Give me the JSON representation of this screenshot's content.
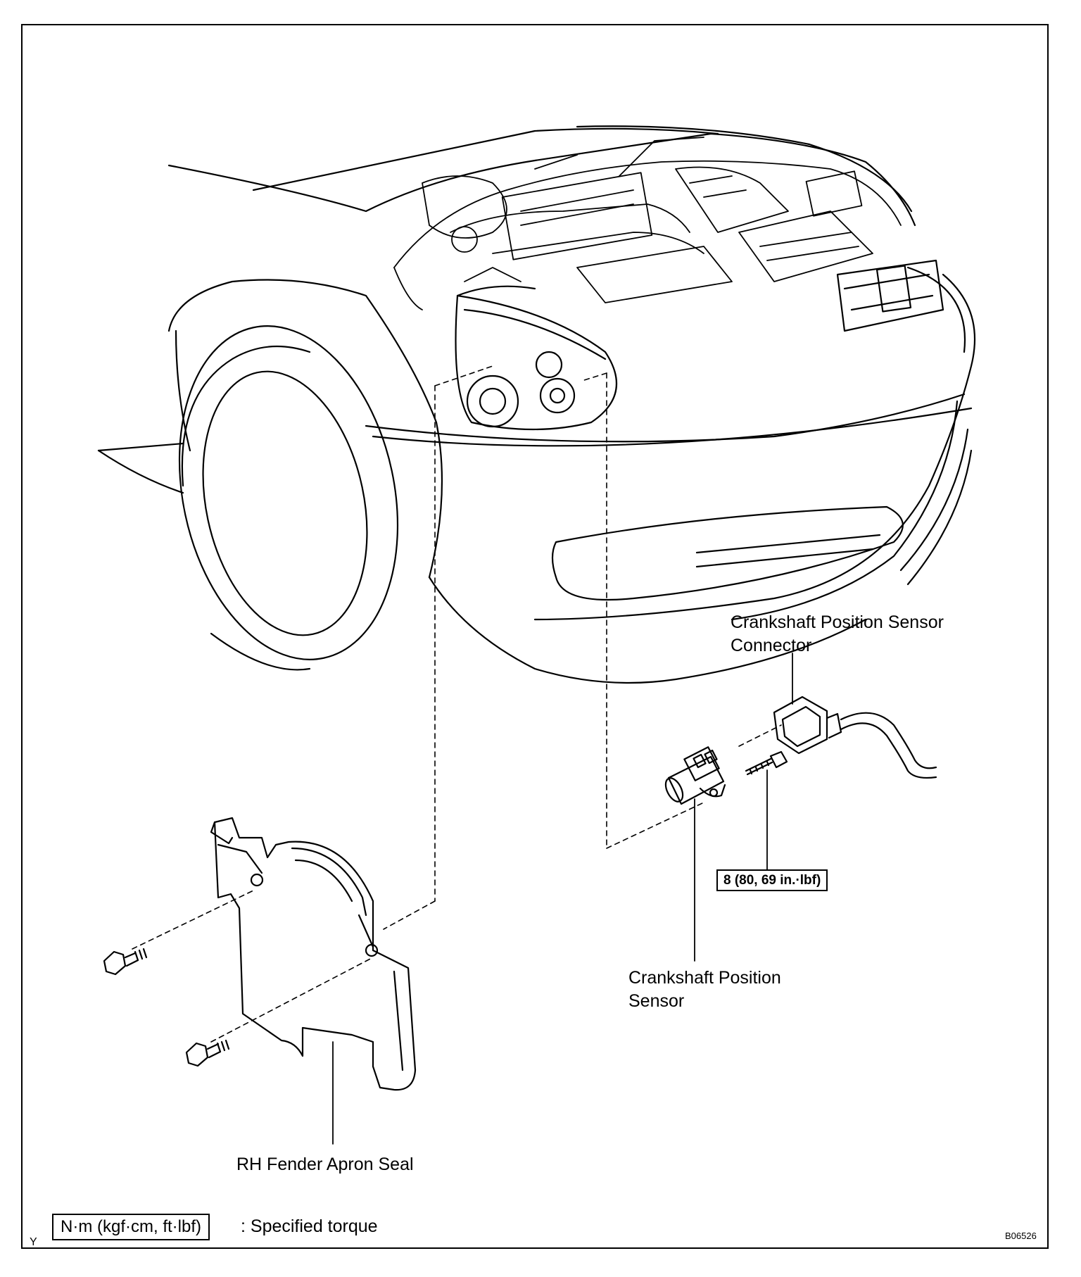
{
  "labels": {
    "cps_connector_line1": "Crankshaft Position Sensor",
    "cps_connector_line2": "Connector",
    "cps_line1": "Crankshaft Position",
    "cps_line2": "Sensor",
    "apron_seal": "RH Fender Apron Seal"
  },
  "torque_spec": "8 (80, 69 in.·lbf)",
  "legend": {
    "unit_box": "N·m (kgf·cm, ft·lbf)",
    "description": ": Specified torque",
    "corner_letter": "Y"
  },
  "figure_id": "B06526"
}
